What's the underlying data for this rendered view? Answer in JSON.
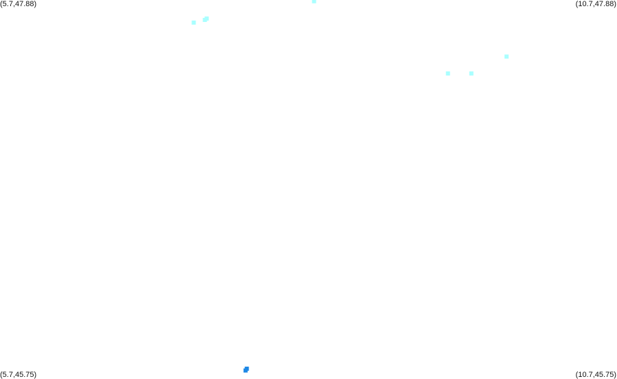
{
  "corners": {
    "top_left": "(5.7,47.88)",
    "top_right": "(10.7,47.88)",
    "bottom_left": "(5.7,45.75)",
    "bottom_right": "(10.7,45.75)"
  },
  "bounds": {
    "lon_min": 5.7,
    "lon_max": 10.7,
    "lat_min": 45.75,
    "lat_max": 47.88
  },
  "colors": {
    "light_marker": "#aaffff",
    "dark_marker": "#1e88e5"
  },
  "markers": [
    {
      "lon": 8.245,
      "lat": 47.873,
      "tone": "light"
    },
    {
      "lon": 7.27,
      "lat": 47.753,
      "tone": "light"
    },
    {
      "lon": 7.36,
      "lat": 47.768,
      "tone": "light"
    },
    {
      "lon": 7.375,
      "lat": 47.776,
      "tone": "light"
    },
    {
      "lon": 9.805,
      "lat": 47.562,
      "tone": "light"
    },
    {
      "lon": 9.33,
      "lat": 47.467,
      "tone": "light"
    },
    {
      "lon": 9.52,
      "lat": 47.467,
      "tone": "light"
    },
    {
      "lon": 7.69,
      "lat": 45.798,
      "tone": "dark"
    },
    {
      "lon": 7.7,
      "lat": 45.808,
      "tone": "dark"
    }
  ]
}
